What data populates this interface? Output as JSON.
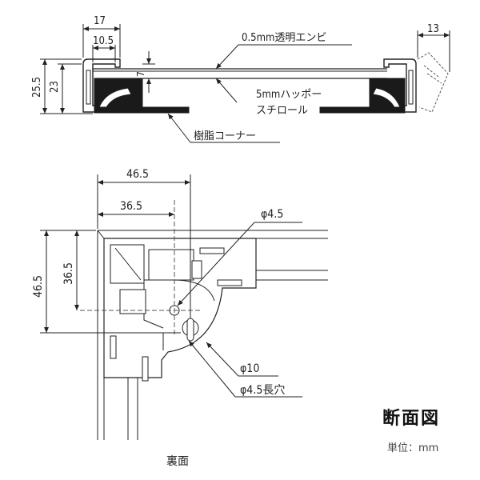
{
  "section_top": {
    "dims": {
      "d17": "17",
      "d10_5": "10.5",
      "d25_5": "25.5",
      "d23": "23",
      "d7": "7",
      "d13": "13"
    },
    "labels": {
      "clear_pvc": "0.5mm透明エンビ",
      "styrofoam_line1": "5mmハッポー",
      "styrofoam_line2": "スチロール",
      "resin_corner": "樹脂コーナー"
    }
  },
  "corner_view": {
    "dims": {
      "outer_h": "46.5",
      "inner_h": "36.5",
      "outer_v": "46.5",
      "inner_v": "36.5"
    },
    "labels": {
      "hole_small": "φ4.5",
      "hole_large": "φ10",
      "slot": "φ4.5長穴",
      "back_side": "裏面"
    }
  },
  "heading": "断面図",
  "unit_note": "単位：mm"
}
